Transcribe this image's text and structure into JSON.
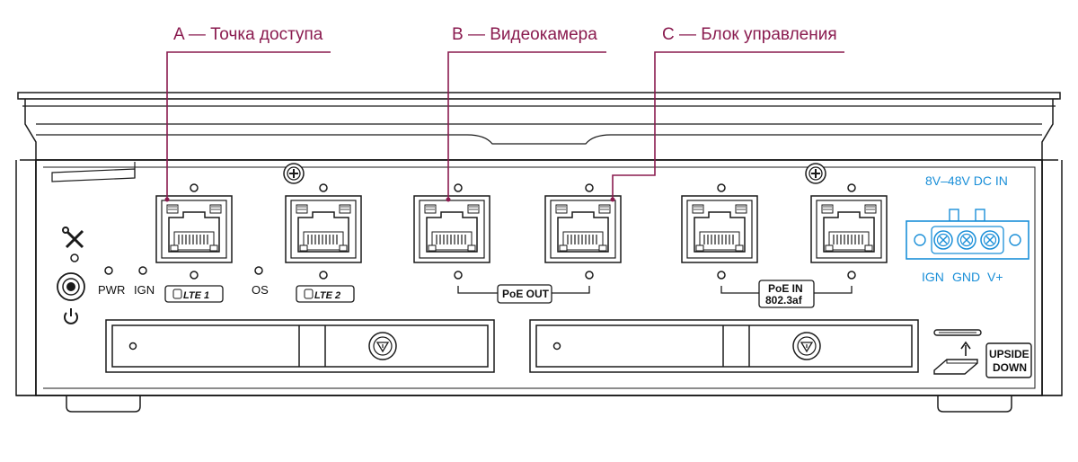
{
  "callouts": {
    "a": "A — Точка доступа",
    "b": "B — Видеокамера",
    "c": "C — Блок управления"
  },
  "indicators": {
    "pwr": "PWR",
    "ign": "IGN",
    "os": "OS"
  },
  "ports": {
    "lte1": "LTE 1",
    "lte2": "LTE 2",
    "poe_out": "PoE OUT",
    "poe_in_line1": "PoE IN",
    "poe_in_line2": "802.3af"
  },
  "power_input": {
    "title": "8V–48V DC IN",
    "pin_ign": "IGN",
    "pin_gnd": "GND",
    "pin_vplus": "V+"
  },
  "orientation": {
    "line1": "UPSIDE",
    "line2": "DOWN"
  },
  "colors": {
    "callout": "#8a1b4f",
    "power_terminal": "#1a8fd8",
    "outline": "#1a1a1a"
  },
  "icons": [
    "tools-icon",
    "power-icon",
    "screw-plus-icon",
    "ethernet-port-icon",
    "sim-arrow-icon",
    "tray-eject-icon"
  ]
}
